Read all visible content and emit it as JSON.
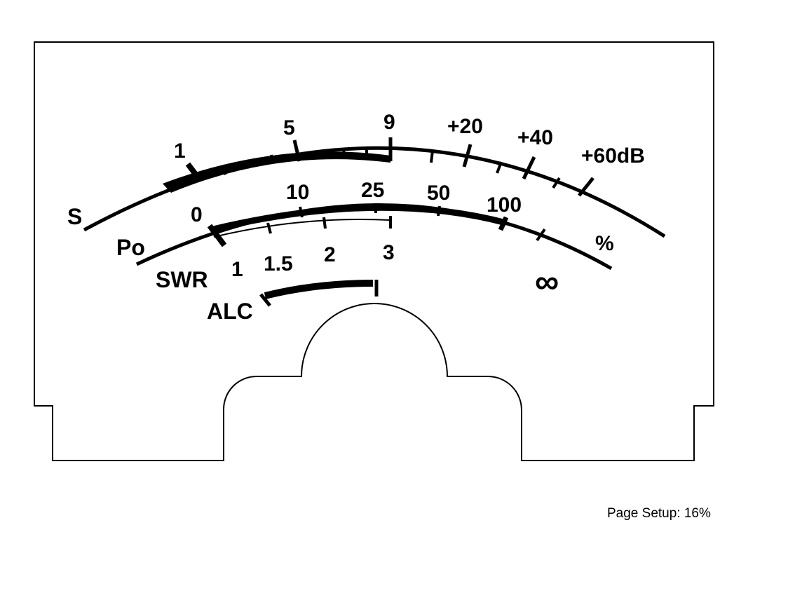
{
  "scales": {
    "s": {
      "name": "S",
      "ticks": [
        "1",
        "5",
        "9",
        "+20",
        "+40",
        "+60dB"
      ]
    },
    "po": {
      "name": "Po",
      "ticks": [
        "0",
        "10",
        "25",
        "50",
        "100"
      ],
      "unit": "%"
    },
    "swr": {
      "name": "SWR",
      "ticks": [
        "1",
        "1.5",
        "2",
        "3"
      ],
      "infinity": "∞"
    },
    "alc": {
      "name": "ALC"
    }
  },
  "footer": {
    "text": "Page Setup: 16%"
  }
}
